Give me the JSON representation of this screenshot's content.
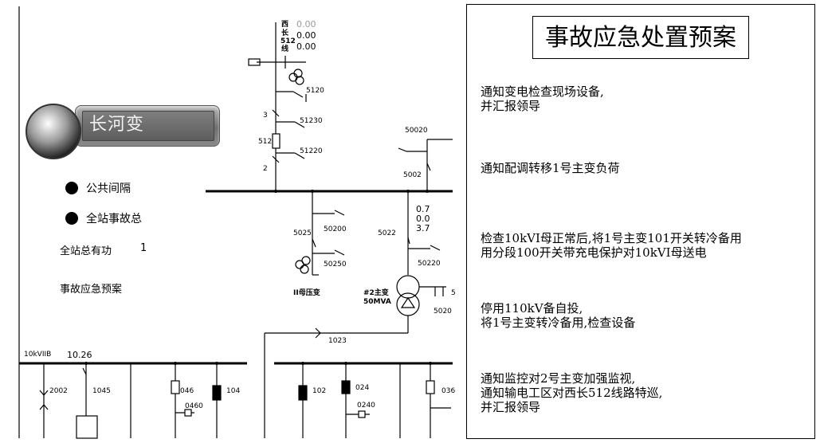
{
  "station": {
    "name": "长河变"
  },
  "menu": {
    "items": [
      {
        "label": "公共间隔"
      },
      {
        "label": "全站事故总"
      }
    ],
    "total_power_label": "全站总有功",
    "total_power_value": "1",
    "plan_link": "事故应急预案"
  },
  "diagram": {
    "line_name": [
      "西",
      "长",
      "512",
      "线"
    ],
    "line_values": [
      "0.00",
      "0.00",
      "0.00"
    ],
    "switch_labels": {
      "s5120": "5120",
      "s51230": "51230",
      "n3": "3",
      "s512": "512",
      "s51220": "51220",
      "n2": "2",
      "s50020": "50020",
      "s5002": "5002",
      "s5025": "5025",
      "s50200": "50200",
      "s50250": "50250",
      "s5022": "5022",
      "s50220": "50220",
      "s5020": "5020",
      "s1023": "1023",
      "s2002": "2002",
      "s1045": "1045",
      "s046": "046",
      "s0460": "0460",
      "s104": "104",
      "s102": "102",
      "s024": "024",
      "s0240": "0240",
      "s036": "036",
      "n5": "5"
    },
    "transformer_values": [
      "0.7",
      "0.0",
      "3.7"
    ],
    "bus2_pt_label": "II母压变",
    "main_transformer": {
      "name": "#2主变",
      "capacity": "50MVA"
    },
    "bus10_label": "10kVIIB",
    "bus10_value": "10.26"
  },
  "plan": {
    "title": "事故应急处置预案",
    "steps": [
      "通知变电检查现场设备,\n并汇报领导",
      "通知配调转移1号主变负荷",
      "检查10kVI母正常后,将1号主变101开关转冷备用\n用分段100开关带充电保护对10kVI母送电",
      "停用110kV备自投,\n将1号主变转冷备用,检查设备",
      "通知监控对2号主变加强监视,\n通知输电工区对西长512线路特巡,\n并汇报领导"
    ]
  },
  "colors": {
    "background": "#ffffff",
    "line": "#000000",
    "dim_text": "#9a9a9a"
  }
}
